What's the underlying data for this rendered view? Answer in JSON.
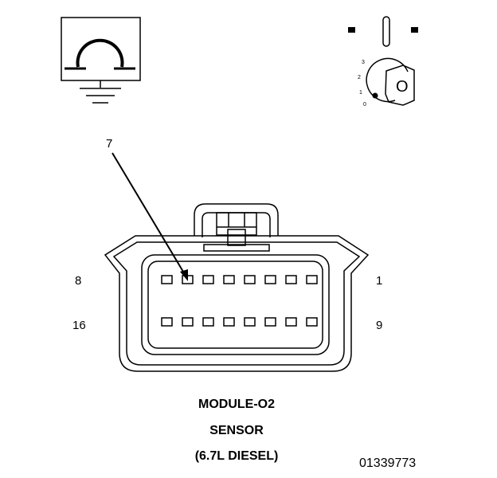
{
  "icons": {
    "ohmmeter": "ohmmeter-ground-icon",
    "ignition": "ignition-key-off-icon"
  },
  "key_positions": [
    "3",
    "2",
    "1",
    "0"
  ],
  "key_label": "O",
  "callout": "7",
  "pin_labels": {
    "top_left": "8",
    "top_right": "1",
    "bottom_left": "16",
    "bottom_right": "9"
  },
  "title_lines": [
    "MODULE-O2",
    "SENSOR",
    "(6.7L DIESEL)"
  ],
  "figure_number": "01339773",
  "colors": {
    "ink": "#000000",
    "background": "#ffffff"
  }
}
